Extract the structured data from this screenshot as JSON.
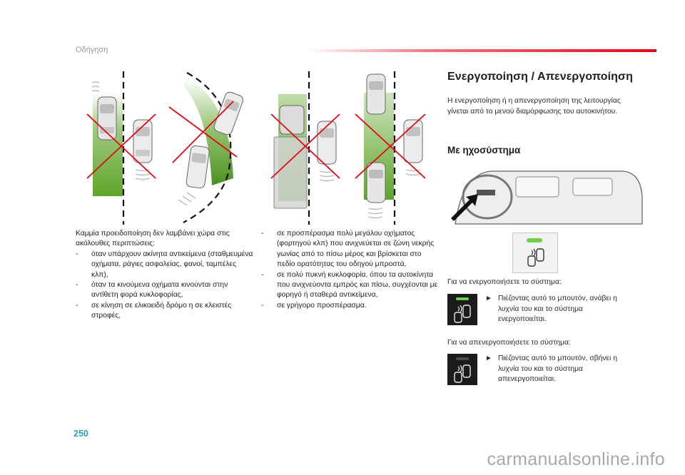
{
  "header": {
    "chapter": "Οδήγηση"
  },
  "left_column": {
    "intro": "Καμμία προειδοποίηση δεν λαμβάνει χώρα στις ακόλουθες περιπτώσεις:",
    "items": [
      "όταν υπάρχουν ακίνητα αντικείμενα (σταθμευμένα οχήματα, ράγιες ασφαλείας, φανοί, ταμπέλες κλπ),",
      "όταν τα κινούμενα οχήματα κινούνται στην αντίθετη φορά κυκλοφορίας,",
      "σε κίνηση σε ελικοειδή δρόμο η σε κλειστές στροφές,"
    ]
  },
  "middle_column": {
    "items": [
      "σε προσπέρασμα πολύ μεγάλου οχήματος (φορτηγού κλπ) που ανιχνεύεται σε ζώνη νεκρής γωνίας από το πίσω μέρος και βρίσκεται στο πεδίο ορατότητας του οδηγού μπροστά,",
      "σε πολύ πυκνή κυκλοφορία, όπου τα αυτοκίνητα που ανιχνεύοντα εμπρός και πίσω, συγχέονται με φορηγό ή σταθερά αντικείμενα,",
      "σε γρήγορο προσπέρασμα."
    ]
  },
  "right_column": {
    "title": "Ενεργοποίηση / Απενεργοποίηση",
    "intro": "Η ενεργοποίηση ή η απενεργοποίηση της λειτουργίας γίνεται από το μενού διαμόρφωσης του αυτοκινήτου.",
    "subtitle": "Με ηχοσύστημα",
    "activate_label": "Για να ενεργοποιήσετε το σύστημα:",
    "activate_step": "Πιέζοντας αυτό το μπουτόν, ανάβει η λυχνία του και το σύστημα ενεργοποιείται.",
    "deactivate_label": "Για να απενεργοποιήσετε το σύστημα:",
    "deactivate_step": "Πιέζοντας αυτό το μπουτόν, σβήνει η λυχνία του και το σύστημα απενεργοποιείται.",
    "arrow_icon": "arrow-right-icon"
  },
  "colors": {
    "accent_red": "#e30613",
    "zone_green": "#5fa52a",
    "led_green": "#6fd04a",
    "page_number": "#2aa3b8"
  },
  "footer": {
    "page_number": "250",
    "watermark": "carmanualsonline.info"
  }
}
